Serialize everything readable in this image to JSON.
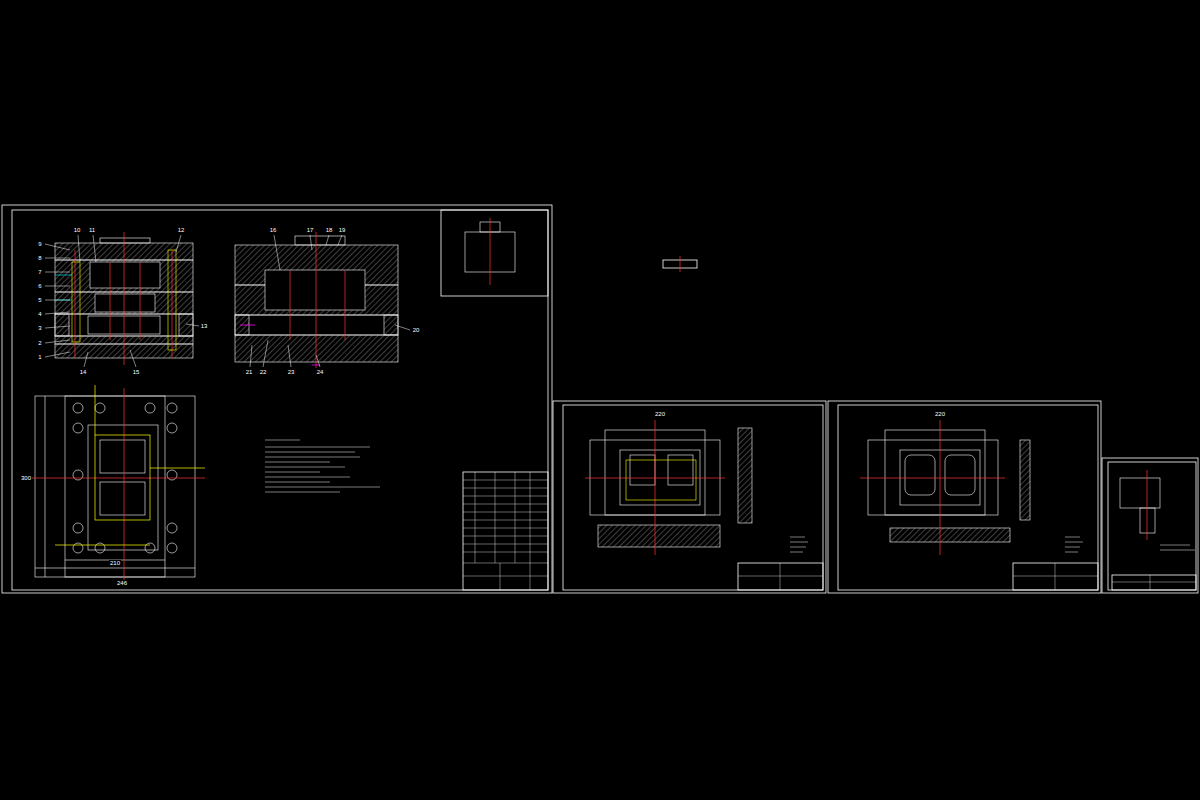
{
  "diagram": {
    "labels": [
      "1",
      "2",
      "3",
      "4",
      "5",
      "6",
      "7",
      "8",
      "9",
      "10",
      "11",
      "12",
      "13",
      "14",
      "15",
      "16",
      "17",
      "18",
      "19",
      "20",
      "21",
      "22",
      "23",
      "24",
      "246",
      "210",
      "300",
      "220",
      "220"
    ]
  }
}
